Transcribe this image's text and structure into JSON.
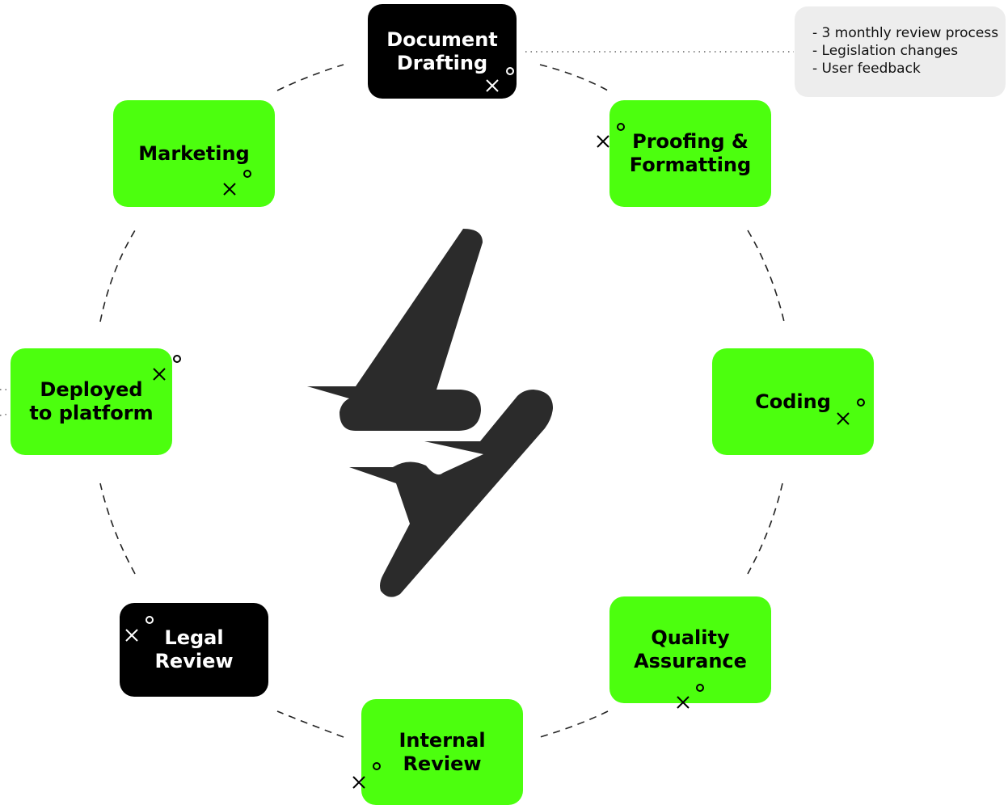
{
  "stages": [
    {
      "label": "Document\nDrafting",
      "color": "#000000"
    },
    {
      "label": "Proofing &\nFormatting",
      "color": "#4cff0e"
    },
    {
      "label": "Coding",
      "color": "#4cff0e"
    },
    {
      "label": "Quality\nAssurance",
      "color": "#4cff0e"
    },
    {
      "label": "Internal\nReview",
      "color": "#4cff0e"
    },
    {
      "label": "Legal\nReview",
      "color": "#000000"
    },
    {
      "label": "Deployed\nto platform",
      "color": "#4cff0e"
    },
    {
      "label": "Marketing",
      "color": "#4cff0e"
    }
  ],
  "note": {
    "lines": [
      "- 3 monthly review process",
      "- Legislation changes",
      "- User feedback"
    ]
  },
  "logo": {
    "icon": "lightning-bolt-icon",
    "color": "#2b2b2b"
  },
  "colors": {
    "accent": "#4cff0e",
    "dark": "#000000"
  }
}
